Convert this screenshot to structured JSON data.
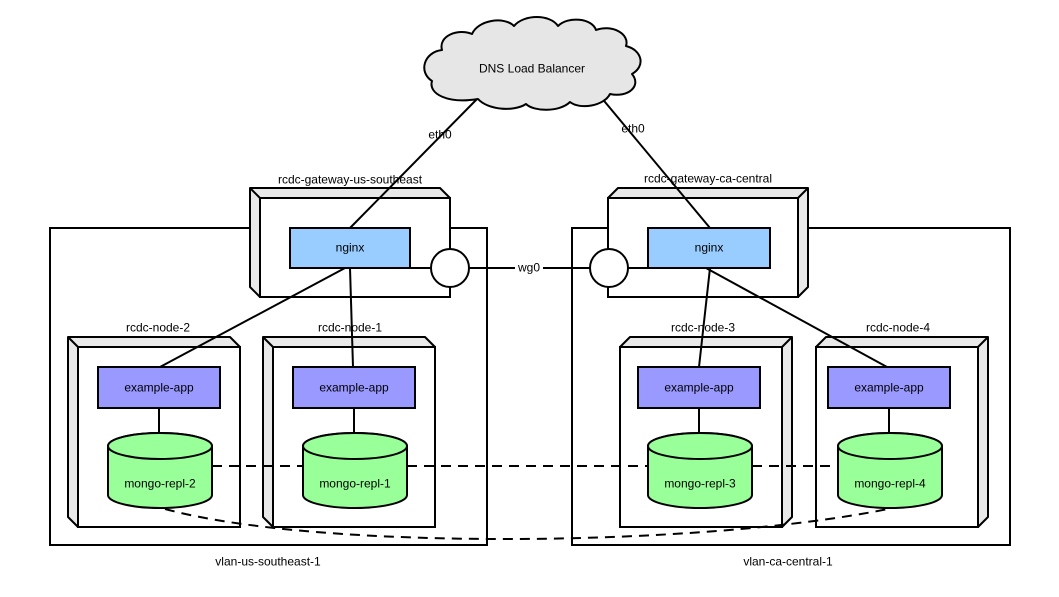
{
  "diagram": {
    "cloud": {
      "label": "DNS Load Balancer"
    },
    "links": {
      "eth0_left": "eth0",
      "eth0_right": "eth0",
      "wg0": "wg0"
    },
    "gateways": [
      {
        "name": "rcdc-gateway-us-southeast",
        "service": "nginx"
      },
      {
        "name": "rcdc-gateway-ca-central",
        "service": "nginx"
      }
    ],
    "vlans": [
      {
        "name": "vlan-us-southeast-1",
        "nodes": [
          {
            "name": "rcdc-node-2",
            "app": "example-app",
            "db": "mongo-repl-2"
          },
          {
            "name": "rcdc-node-1",
            "app": "example-app",
            "db": "mongo-repl-1"
          }
        ]
      },
      {
        "name": "vlan-ca-central-1",
        "nodes": [
          {
            "name": "rcdc-node-3",
            "app": "example-app",
            "db": "mongo-repl-3"
          },
          {
            "name": "rcdc-node-4",
            "app": "example-app",
            "db": "mongo-repl-4"
          }
        ]
      }
    ],
    "colors": {
      "nginx": "#99ccff",
      "app": "#9999ff",
      "db": "#99ff99",
      "cloud": "#e6e6e6",
      "face": "#e9e9e9",
      "fill": "#ffffff",
      "stroke": "#000000"
    }
  }
}
